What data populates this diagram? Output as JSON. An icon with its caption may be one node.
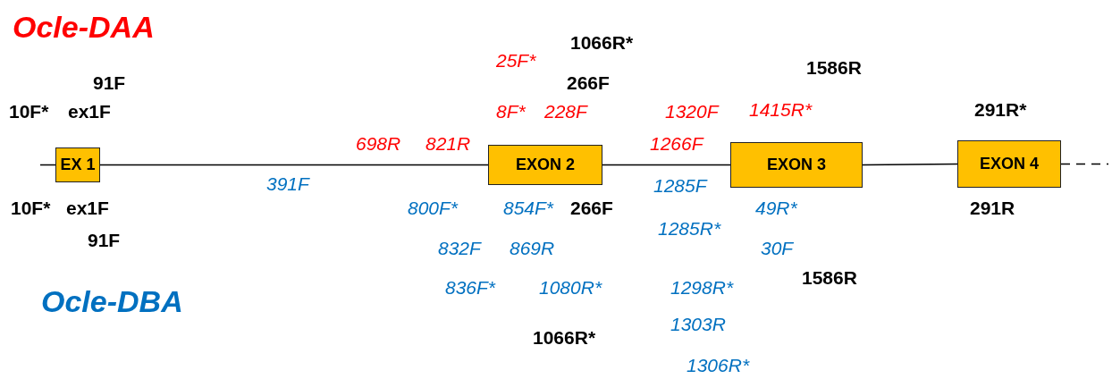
{
  "diagram": {
    "nodes": [
      {
        "text": [
          "EX 1"
        ]
      },
      {
        "text": [
          "EXON 2"
        ]
      },
      {
        "text": [
          "EXON 3"
        ]
      },
      {
        "text": [
          "EXON 4"
        ]
      }
    ],
    "edges": [
      {
        "from": null,
        "to": 0,
        "arrow": "none"
      },
      {
        "from": 0,
        "to": 1,
        "arrow": "none"
      },
      {
        "from": 1,
        "to": 2,
        "arrow": "none"
      },
      {
        "from": 2,
        "to": 3,
        "arrow": "none"
      },
      {
        "from": 3,
        "to": null,
        "arrow": "none",
        "style": "dashed"
      }
    ],
    "labels": [
      "Ocle-DAA",
      "1066R*",
      "25F*",
      "1586R",
      "91F",
      "266F",
      "10F*",
      "ex1F",
      "8F*",
      "228F",
      "1320F",
      "1415R*",
      "291R*",
      "698R",
      "821R",
      "1266F",
      "391F",
      "1285F",
      "10F*",
      "ex1F",
      "800F*",
      "854F*",
      "266F",
      "49R*",
      "291R",
      "1285R*",
      "91F",
      "832F",
      "869R",
      "30F",
      "1586R",
      "836F*",
      "1080R*",
      "1298R*",
      "Ocle-DBA",
      "1303R",
      "1066R*",
      "1306R*"
    ]
  }
}
